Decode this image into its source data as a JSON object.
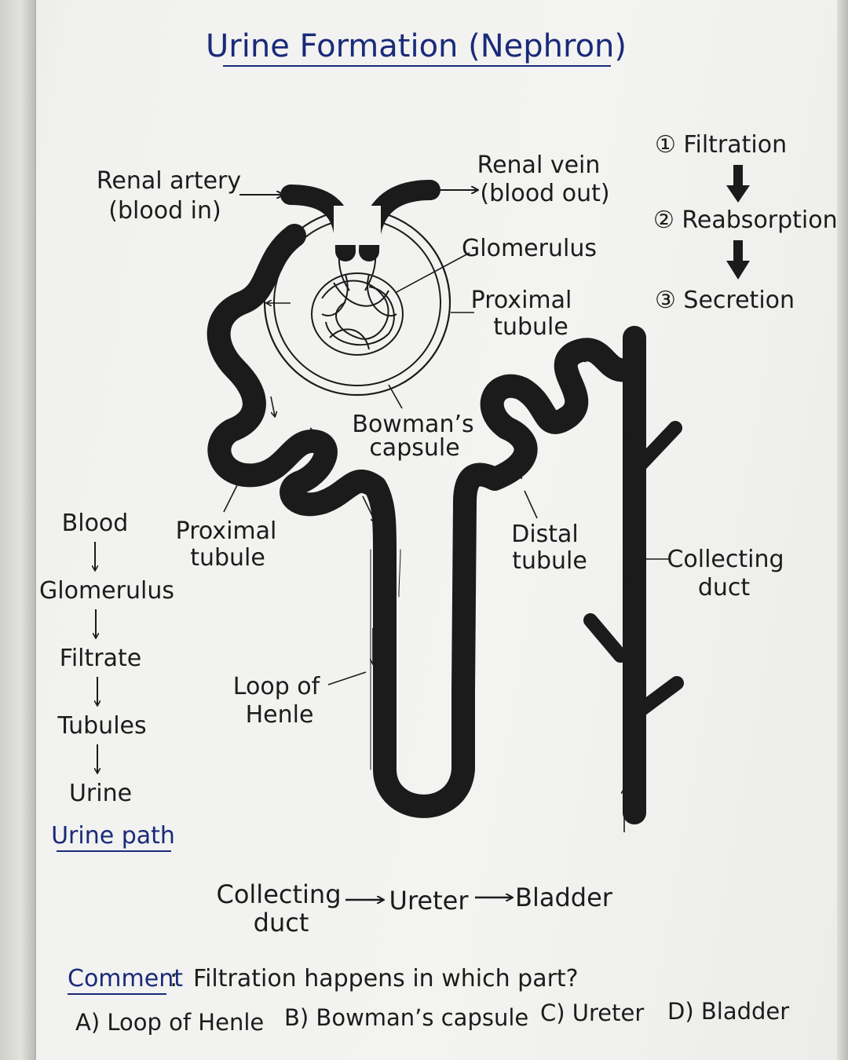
{
  "title": "Urine Formation (Nephron)",
  "labels": {
    "renal_artery": [
      "Renal artery",
      "(blood in)"
    ],
    "renal_vein": [
      "Renal vein",
      "(blood out)"
    ],
    "glomerulus": "Glomerulus",
    "proximal_tubule_top": [
      "Proximal",
      "tubule"
    ],
    "bowmans_capsule": [
      "Bowman’s",
      "capsule"
    ],
    "proximal_tubule_left": [
      "Proximal",
      "tubule"
    ],
    "distal_tubule": [
      "Distal",
      "tubule"
    ],
    "collecting_duct": [
      "Collecting",
      "duct"
    ],
    "loop_of_henle": [
      "Loop of",
      "Henle"
    ]
  },
  "steps": [
    "① Filtration",
    "② Reabsorption",
    "③ Secretion"
  ],
  "urine_path": {
    "items": [
      "Blood",
      "Glomerulus",
      "Filtrate",
      "Tubules",
      "Urine"
    ],
    "heading": "Urine path"
  },
  "flow": {
    "start": [
      "Collecting",
      "duct"
    ],
    "middle": "Ureter",
    "end": "Bladder"
  },
  "comment": {
    "label": "Comment",
    "question": "Filtration happens in which part?",
    "options": [
      "A) Loop of Henle",
      "B) Bowman’s capsule",
      "C) Ureter",
      "D) Bladder"
    ]
  }
}
